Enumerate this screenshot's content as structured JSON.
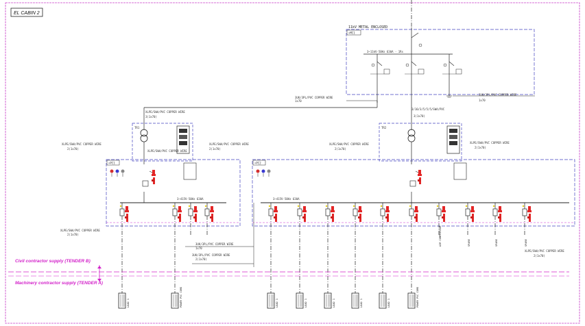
{
  "sheet": {
    "title": "EL CABIN 2"
  },
  "supply_labels": {
    "civil": "Civil contractor supply (TENDER B)",
    "machinery": "Machinery contractor supply (TENDER A)"
  },
  "top_panel": {
    "title": "11kV METAL ENCLOSED",
    "tag": "=MC1",
    "busbar_label": "3~11kV-50Hz 630A - 1Rs",
    "cable_left": "3UK/3PL/PVC COPPER WIRE",
    "cable_left_size": "1x70",
    "cable_right": "3UK/3PL/PVC COPPER WIRE",
    "cable_right_size": "1x70"
  },
  "transformers": [
    {
      "tag": "TR1",
      "cable_in": "XLPE/SWA/PVC COPPER WIRE",
      "cable_in_size": "3(1x70)",
      "cable_left": "XLPE/SWA/PVC COPPER WIRE",
      "cable_left_size": "2(1x70)",
      "cable_right": "XLPE/SWA/PVC COPPER WIRE",
      "cable_right_size": "2(1x70)",
      "lv_panel": "=PC1",
      "lv_busbar": "3~415V-50Hz 630A",
      "cable_bottom": "XLPE/SWA/PVC COPPER WIRE",
      "cable_bottom_size": "2(1x70)"
    },
    {
      "tag": "TR2",
      "cable_in": "3/10/3/5/5/5/SWA/PVC",
      "cable_in_size": "3(1x70)",
      "cable_left": "XLPE/SWA/PVC COPPER WIRE",
      "cable_left_size": "2(1x70)",
      "cable_right": "XLPE/SWA/PVC COPPER WIRE",
      "cable_right_size": "2(1x70)",
      "lv_panel": "=PC2",
      "lv_busbar": "3~415V-50Hz 630A",
      "cable_bottom": "XLPE/SWA/PVC COPPER WIRE",
      "cable_bottom_size": "2(1x70)"
    }
  ],
  "mid_cables": [
    {
      "text": "3UK/3PL/PVC COPPER WIRE",
      "size": "1x70"
    },
    {
      "text": "3UK/3PL/PVC COPPER WIRE",
      "size": "2(1x70)"
    }
  ],
  "feeder_labels": {
    "spare": "SPARE",
    "air_compressor": "AIR COMPRESSOR",
    "load": "LOAD 1",
    "power_pvc_cord": "POWER PVC CORD"
  }
}
